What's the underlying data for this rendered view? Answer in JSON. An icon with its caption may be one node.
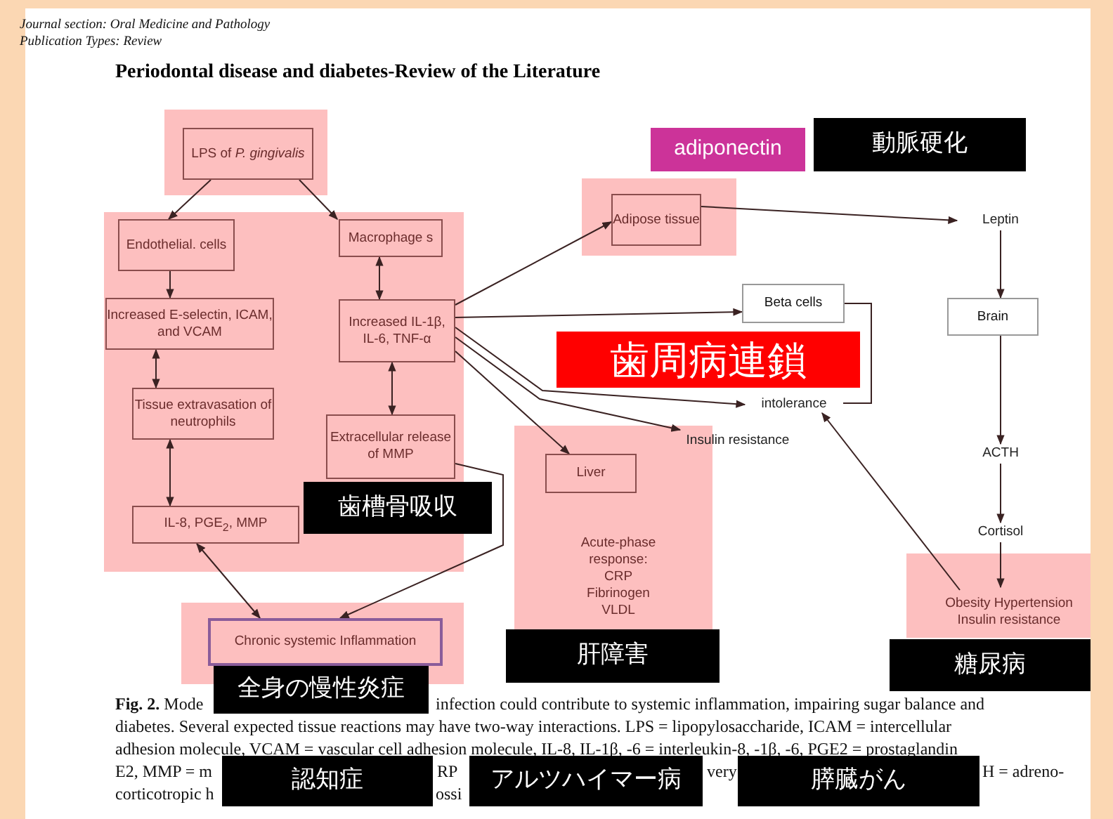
{
  "diagram": {
    "title": "Periodontal disease and diabetes-Review of the Literature",
    "nodes": [
      {
        "text": [],
        "shape": "box"
      },
      {
        "text": [
          "LPS of *P. gingivalis*"
        ],
        "in": 0
      },
      {
        "text": [],
        "shape": "box"
      },
      {
        "text": [
          "Endothelial. cells"
        ],
        "in": 2
      },
      {
        "text": [
          "Macrophage s"
        ],
        "in": 2
      },
      {
        "text": [
          "Increased E-selectin, ICAM, and VCAM"
        ],
        "in": 2
      },
      {
        "text": [
          "Increased IL-1β, IL-6, TNF-α"
        ],
        "in": 2
      },
      {
        "text": [
          "Tissue extravasation of neutrophils"
        ],
        "in": 2
      },
      {
        "text": [
          "Extracellular release of MMP"
        ],
        "in": 2
      },
      {
        "text": [
          "IL-8, PGE$_{2}$, MMP"
        ],
        "in": 2
      },
      {
        "text": [],
        "shape": "box"
      },
      {
        "text": [
          "Adipose tissue"
        ],
        "in": 10
      },
      {
        "text": [
          "Leptin"
        ]
      },
      {
        "text": [
          "Beta cells"
        ]
      },
      {
        "text": [
          "Brain"
        ]
      },
      {
        "text": [
          "intolerance"
        ]
      },
      {
        "text": [
          "Insulin resistance"
        ]
      },
      {
        "text": [],
        "shape": "box"
      },
      {
        "text": [
          "Liver"
        ],
        "in": 17
      },
      {
        "text": [
          "Acute-phase response: CRP Fibrinogen VLDL"
        ],
        "in": 17
      },
      {
        "text": [
          "ACTH"
        ]
      },
      {
        "text": [
          "Cortisol"
        ]
      },
      {
        "text": [],
        "shape": "box"
      },
      {
        "text": [
          "Obesity Hypertension Insulin resistance"
        ],
        "in": 22
      },
      {
        "text": [],
        "shape": "box"
      },
      {
        "text": [
          "Chronic systemic Inflammation"
        ],
        "in": 24
      },
      {
        "text": [
          "adiponectin"
        ]
      },
      {
        "text": [
          "動脈硬化"
        ]
      },
      {
        "text": [
          "歯周病連鎖"
        ]
      },
      {
        "text": [
          "歯槽骨吸収"
        ]
      },
      {
        "text": [
          "肝障害"
        ]
      },
      {
        "text": [
          "糖尿病"
        ]
      },
      {
        "text": [
          "全身の慢性炎症"
        ]
      },
      {
        "text": [
          "認知症"
        ]
      },
      {
        "text": [
          "アルツハイマー病"
        ]
      },
      {
        "text": [
          "膵臓がん"
        ]
      }
    ],
    "edges": [
      {
        "from": 1,
        "to": 3,
        "arrow": "to"
      },
      {
        "from": 1,
        "to": 4,
        "arrow": "to"
      },
      {
        "from": 3,
        "to": 5,
        "arrow": "to"
      },
      {
        "from": 4,
        "to": 6,
        "arrow": "both"
      },
      {
        "from": 5,
        "to": 7,
        "arrow": "both"
      },
      {
        "from": 6,
        "to": 8,
        "arrow": "both"
      },
      {
        "from": 7,
        "to": 9,
        "arrow": "both"
      },
      {
        "from": 6,
        "to": 11,
        "arrow": "to"
      },
      {
        "from": 6,
        "to": 13,
        "arrow": "to"
      },
      {
        "from": 6,
        "to": 15,
        "arrow": "to"
      },
      {
        "from": 6,
        "to": 16,
        "arrow": "to"
      },
      {
        "from": 6,
        "to": 18,
        "arrow": "to"
      },
      {
        "from": 13,
        "to": 15,
        "arrow": "none"
      },
      {
        "from": 11,
        "to": 12,
        "arrow": "to"
      },
      {
        "from": 12,
        "to": 14,
        "arrow": "to"
      },
      {
        "from": 14,
        "to": 20,
        "arrow": "to"
      },
      {
        "from": 20,
        "to": 21,
        "arrow": "to"
      },
      {
        "from": 21,
        "to": 23,
        "arrow": "to"
      },
      {
        "from": 23,
        "to": 15,
        "arrow": "to"
      },
      {
        "from": 9,
        "to": 25,
        "arrow": "both"
      },
      {
        "from": 8,
        "to": 25,
        "arrow": "to"
      }
    ],
    "labels": [
      "Journal section: Oral Medicine and Pathology",
      "Publication Types: Review",
      "**Fig. 2.** Mode",
      "infection could contribute to systemic inflammation, impairing sugar balance and",
      "diabetes. Several expected tissue reactions may have two-way interactions. LPS = lipopylosaccharide, ICAM = intercellular",
      "adhesion molecule, VCAM = vascular cell adhesion molecule, IL-8, IL-1β, -6 = interleukin-8, -1β, -6, PGE2 = prostaglandin",
      "E2, MMP = m",
      "RP",
      "very",
      "H = adreno-",
      "corticotropic h",
      "ossi"
    ]
  }
}
